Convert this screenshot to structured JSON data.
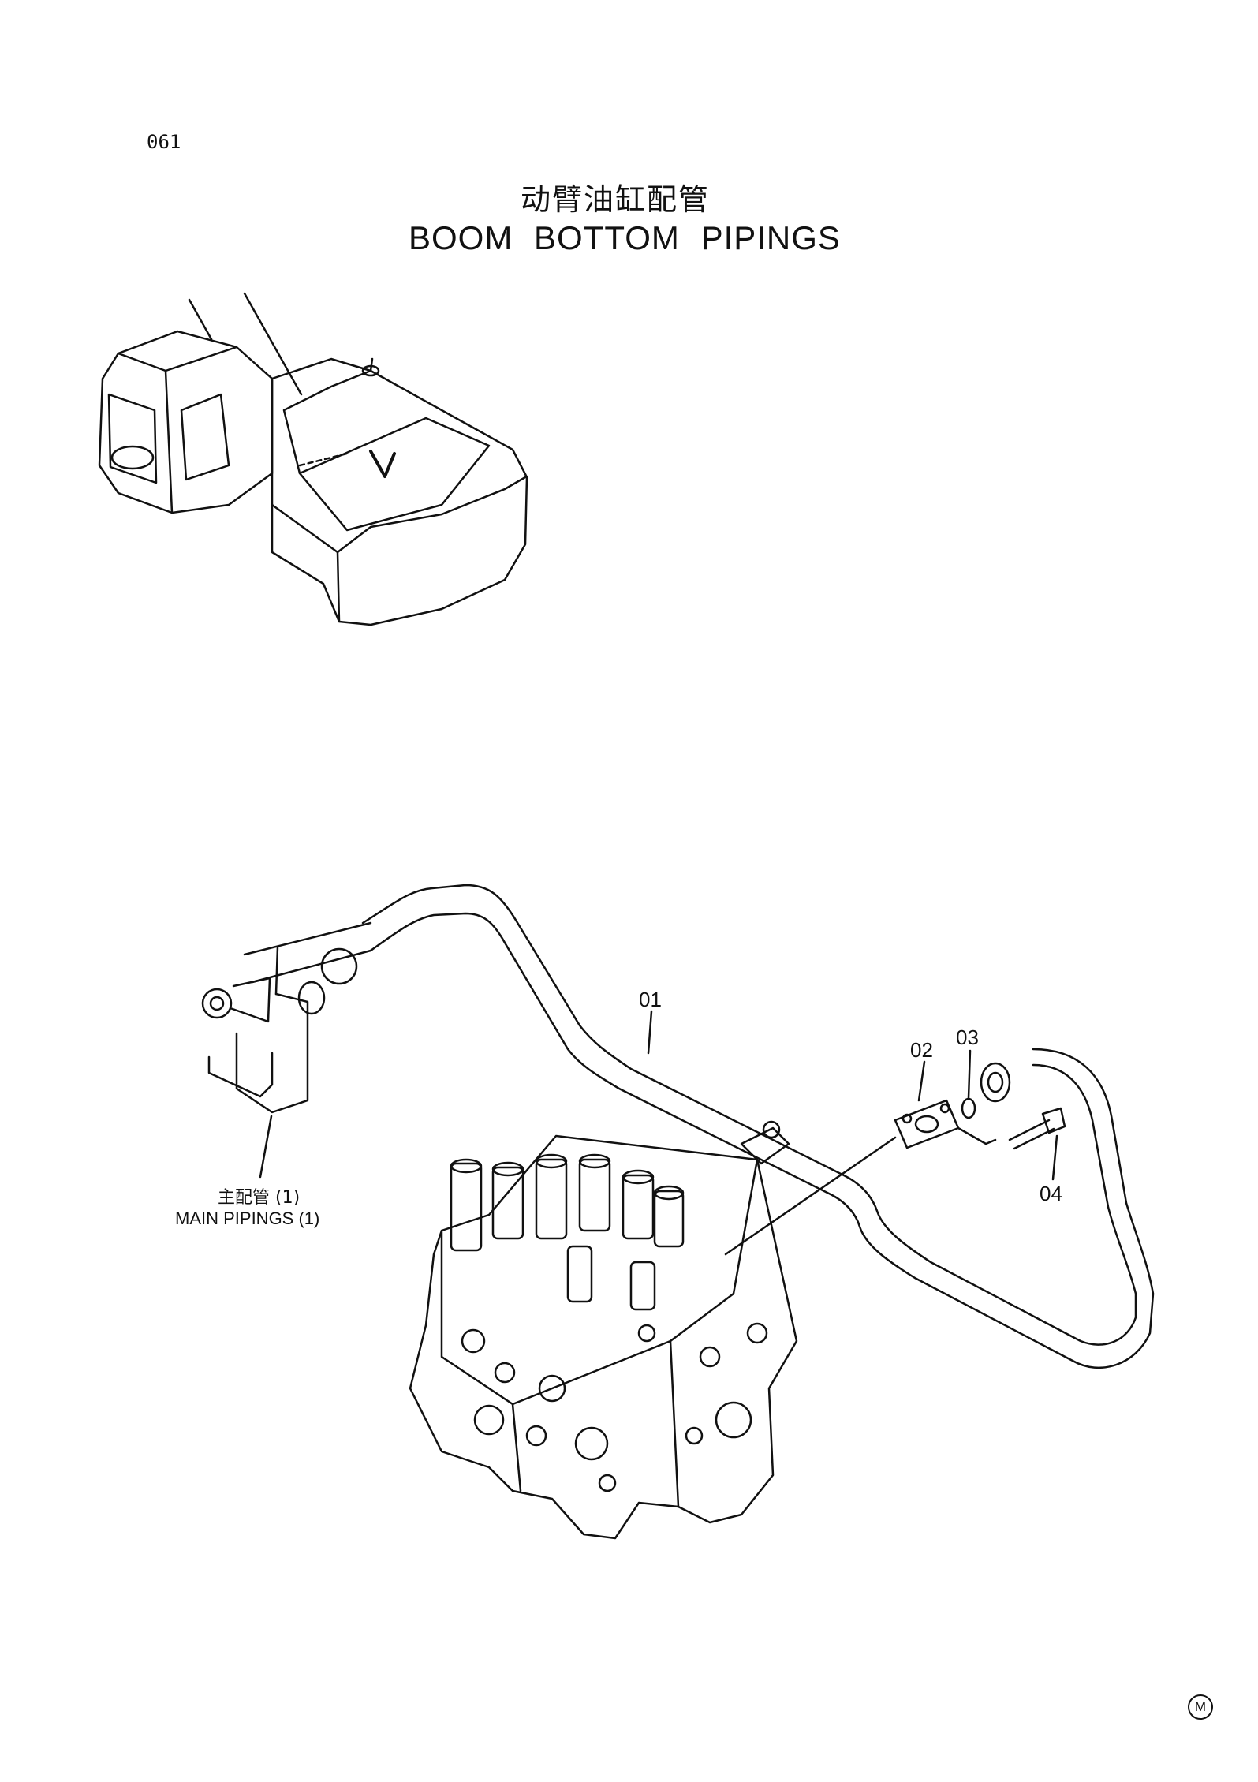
{
  "page": {
    "number": "061",
    "title_cn": "动臂油缸配管",
    "title_en": "BOOM  BOTTOM  PIPINGS"
  },
  "callouts": [
    "01",
    "02",
    "03",
    "04"
  ],
  "reference": {
    "label_cn": "主配管 (1)",
    "label_en": "MAIN  PIPINGS (1)"
  },
  "footer": {
    "mark": "M"
  },
  "icons": [
    "excavator-overview-icon",
    "control-valve-icon",
    "boom-pipe-icon",
    "flange-icon",
    "o-ring-icon",
    "bolt-icon"
  ]
}
